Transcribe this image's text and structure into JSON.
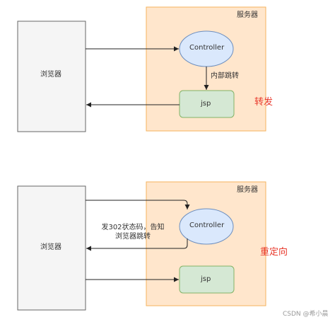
{
  "forward": {
    "browser_label": "浏览器",
    "server_label": "服务器",
    "controller_label": "Controller",
    "jsp_label": "jsp",
    "internal_jump_label": "内部跳转",
    "mode_label": "转发"
  },
  "redirect": {
    "browser_label": "浏览器",
    "server_label": "服务器",
    "controller_label": "Controller",
    "jsp_label": "jsp",
    "status_line1": "发302状态码，告知",
    "status_line2": "浏览器跳转",
    "mode_label": "重定向"
  },
  "watermark": "CSDN @希小晨",
  "colors": {
    "browser_fill": "#f5f5f5",
    "browser_stroke": "#666666",
    "server_fill": "#ffe6cc",
    "server_stroke": "#f4b35e",
    "controller_fill": "#dae8fc",
    "controller_stroke": "#6c8ebf",
    "jsp_fill": "#d5e8d4",
    "jsp_stroke": "#82b366",
    "arrow": "#222222",
    "mode_text": "#e8382b"
  }
}
